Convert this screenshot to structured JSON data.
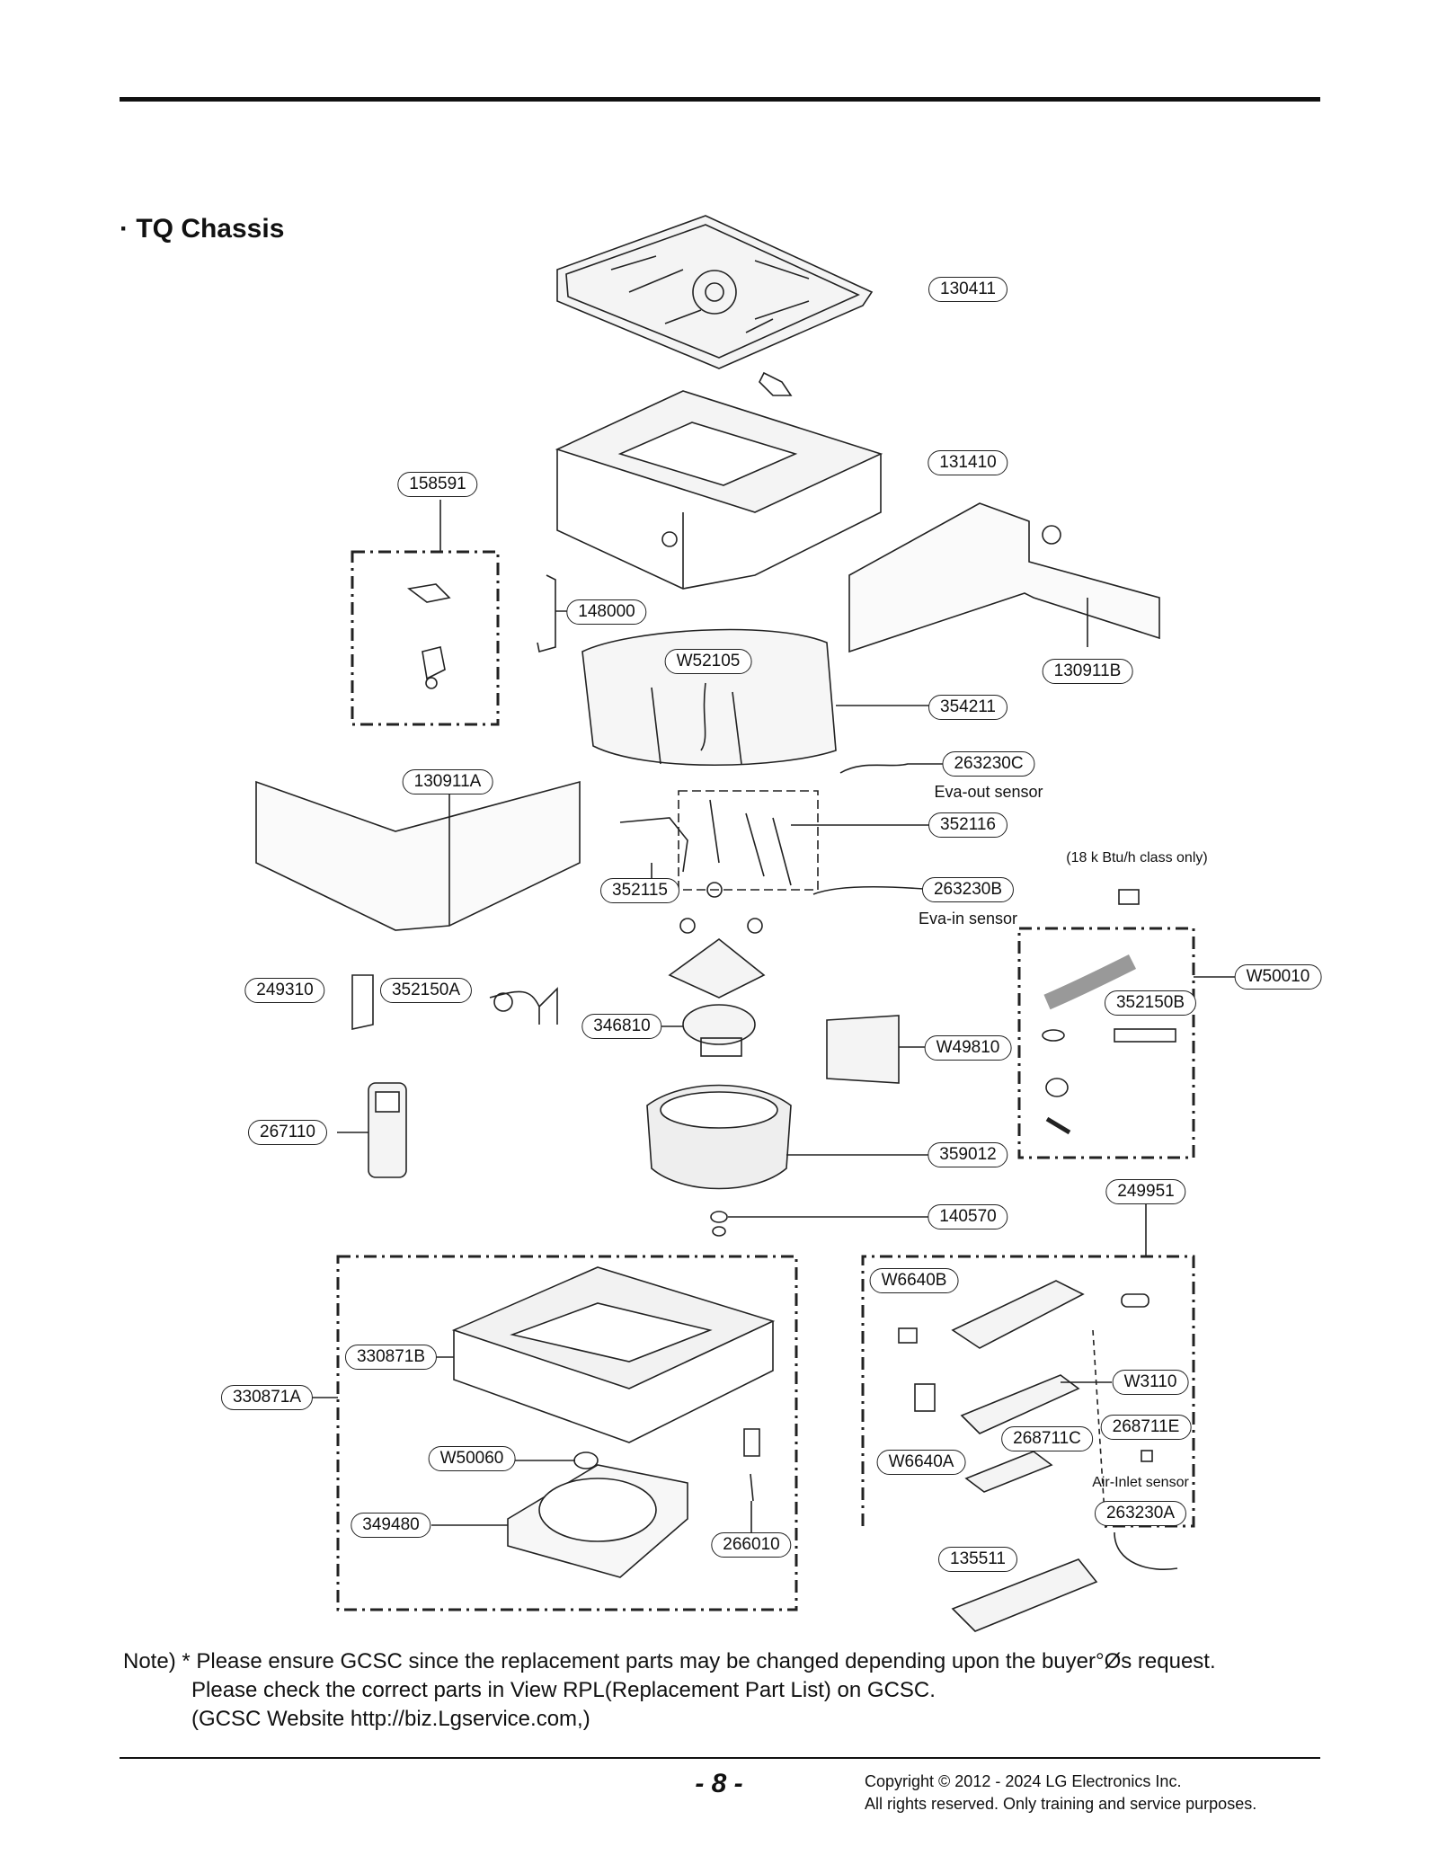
{
  "section_title": "· TQ Chassis",
  "labels": {
    "p130411": "130411",
    "p131410": "131410",
    "p158591": "158591",
    "p148000": "148000",
    "p130911B": "130911B",
    "pW52105": "W52105",
    "p354211": "354211",
    "p263230C": "263230C",
    "p130911A": "130911A",
    "p352116": "352116",
    "p352115": "352115",
    "p263230B": "263230B",
    "p249310": "249310",
    "p352150A": "352150A",
    "pW50010": "W50010",
    "p352150B": "352150B",
    "p346810": "346810",
    "pW49810": "W49810",
    "p267110": "267110",
    "p359012": "359012",
    "p249951": "249951",
    "p140570": "140570",
    "pW6640B": "W6640B",
    "p330871B": "330871B",
    "pW3110": "W3110",
    "p330871A": "330871A",
    "p268711E": "268711E",
    "p268711C": "268711C",
    "pW50060": "W50060",
    "pW6640A": "W6640A",
    "p263230A": "263230A",
    "p349480": "349480",
    "p266010": "266010",
    "p135511": "135511"
  },
  "captions": {
    "eva_out": "Eva-out sensor",
    "eva_in": "Eva-in sensor",
    "class_note": "(18 k Btu/h class only)",
    "air_inlet": "Air-Inlet sensor"
  },
  "note": {
    "line1": "Note) * Please ensure GCSC since the replacement parts may be changed depending upon the buyer°Øs request.",
    "line2": "Please check  the correct parts in View RPL(Replacement Part List) on GCSC.",
    "line3": "(GCSC Website  http://biz.Lgservice.com,)"
  },
  "footer": {
    "page_number": "- 8 -",
    "copyright1": "Copyright © 2012 - 2024 LG Electronics Inc.",
    "copyright2": "All rights reserved. Only training and service purposes."
  }
}
